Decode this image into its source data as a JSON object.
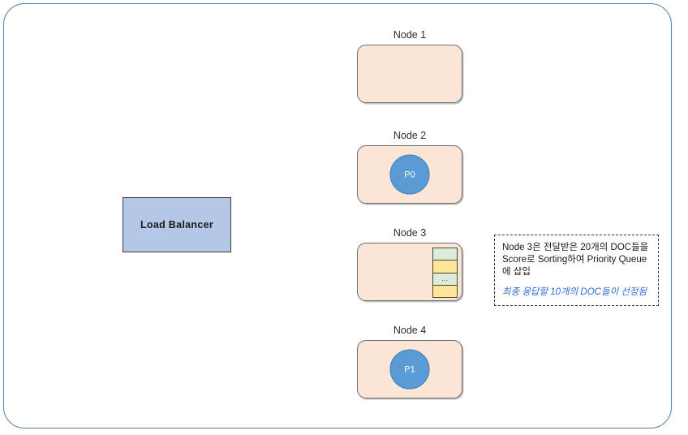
{
  "diagram": {
    "load_balancer": {
      "label": "Load Balancer"
    },
    "nodes": [
      {
        "label": "Node 1",
        "content_type": "empty",
        "partition": "",
        "queue": []
      },
      {
        "label": "Node 2",
        "content_type": "partition",
        "partition": "P0",
        "queue": []
      },
      {
        "label": "Node 3",
        "content_type": "queue",
        "partition": "",
        "queue": [
          {
            "color": "green",
            "text": ""
          },
          {
            "color": "yellow",
            "text": ""
          },
          {
            "color": "green",
            "text": "..."
          },
          {
            "color": "yellow",
            "text": ""
          }
        ]
      },
      {
        "label": "Node 4",
        "content_type": "partition",
        "partition": "P1",
        "queue": []
      }
    ],
    "annotation": {
      "main_text": "Node 3은 전달받은 20개의 DOC들을 Score로 Sorting하여 Priority Queue에 삽입",
      "note_text": "최종 응답할 10개의 DOC들이 선정됨"
    },
    "colors": {
      "frame_border": "#5b7ea8",
      "load_balancer_fill": "#b4c7e7",
      "node_fill": "#fae5d6",
      "node_border": "#6b6b6b",
      "partition_fill": "#5b9bd5",
      "queue_green": "#dcebdc",
      "queue_yellow": "#ffe59a",
      "note_text_color": "#2e6ed6"
    }
  }
}
